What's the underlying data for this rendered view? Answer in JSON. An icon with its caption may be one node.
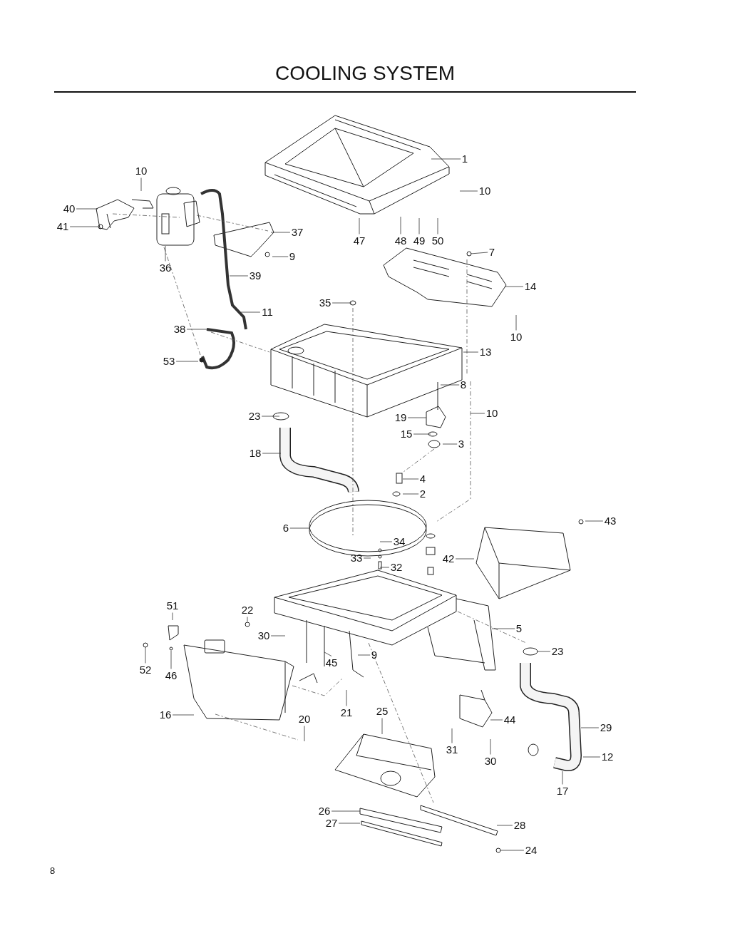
{
  "diagram": {
    "title": "COOLING SYSTEM",
    "nodes": [
      {
        "text": [
          "1"
        ]
      },
      {
        "text": [
          "10"
        ]
      },
      {
        "text": [
          "10"
        ]
      },
      {
        "text": [
          "40"
        ]
      },
      {
        "text": [
          "41"
        ]
      },
      {
        "text": [
          "37"
        ]
      },
      {
        "text": [
          "9"
        ]
      },
      {
        "text": [
          "36"
        ]
      },
      {
        "text": [
          "39"
        ]
      },
      {
        "text": [
          "11"
        ]
      },
      {
        "text": [
          "35"
        ]
      },
      {
        "text": [
          "38"
        ]
      },
      {
        "text": [
          "53"
        ]
      },
      {
        "text": [
          "47"
        ]
      },
      {
        "text": [
          "48"
        ]
      },
      {
        "text": [
          "49"
        ]
      },
      {
        "text": [
          "50"
        ]
      },
      {
        "text": [
          "7"
        ]
      },
      {
        "text": [
          "14"
        ]
      },
      {
        "text": [
          "10"
        ]
      },
      {
        "text": [
          "13"
        ]
      },
      {
        "text": [
          "8"
        ]
      },
      {
        "text": [
          "19"
        ]
      },
      {
        "text": [
          "10"
        ]
      },
      {
        "text": [
          "23"
        ]
      },
      {
        "text": [
          "15"
        ]
      },
      {
        "text": [
          "3"
        ]
      },
      {
        "text": [
          "18"
        ]
      },
      {
        "text": [
          "4"
        ]
      },
      {
        "text": [
          "2"
        ]
      },
      {
        "text": [
          "6"
        ]
      },
      {
        "text": [
          "43"
        ]
      },
      {
        "text": [
          "34"
        ]
      },
      {
        "text": [
          "33"
        ]
      },
      {
        "text": [
          "32"
        ]
      },
      {
        "text": [
          "42"
        ]
      },
      {
        "text": [
          "51"
        ]
      },
      {
        "text": [
          "22"
        ]
      },
      {
        "text": [
          "30"
        ]
      },
      {
        "text": [
          "5"
        ]
      },
      {
        "text": [
          "23"
        ]
      },
      {
        "text": [
          "52"
        ]
      },
      {
        "text": [
          "46"
        ]
      },
      {
        "text": [
          "45"
        ]
      },
      {
        "text": [
          "9"
        ]
      },
      {
        "text": [
          "16"
        ]
      },
      {
        "text": [
          "21"
        ]
      },
      {
        "text": [
          "20"
        ]
      },
      {
        "text": [
          "25"
        ]
      },
      {
        "text": [
          "44"
        ]
      },
      {
        "text": [
          "31"
        ]
      },
      {
        "text": [
          "30"
        ]
      },
      {
        "text": [
          "29"
        ]
      },
      {
        "text": [
          "12"
        ]
      },
      {
        "text": [
          "17"
        ]
      },
      {
        "text": [
          "26"
        ]
      },
      {
        "text": [
          "27"
        ]
      },
      {
        "text": [
          "28"
        ]
      },
      {
        "text": [
          "24"
        ]
      }
    ],
    "edges": [
      {
        "from": 0,
        "to": null,
        "arrow": "none"
      },
      {
        "from": 1,
        "to": null,
        "arrow": "none"
      },
      {
        "from": 2,
        "to": null,
        "arrow": "none"
      },
      {
        "from": 3,
        "to": null,
        "arrow": "none"
      },
      {
        "from": 4,
        "to": null,
        "arrow": "none"
      },
      {
        "from": 5,
        "to": null,
        "arrow": "none"
      },
      {
        "from": 6,
        "to": null,
        "arrow": "none"
      },
      {
        "from": 7,
        "to": null,
        "arrow": "none"
      },
      {
        "from": 8,
        "to": null,
        "arrow": "none"
      },
      {
        "from": 9,
        "to": null,
        "arrow": "none"
      },
      {
        "from": 10,
        "to": null,
        "arrow": "none"
      },
      {
        "from": 11,
        "to": null,
        "arrow": "none"
      },
      {
        "from": 12,
        "to": null,
        "arrow": "none"
      },
      {
        "from": 13,
        "to": null,
        "arrow": "none"
      },
      {
        "from": 14,
        "to": null,
        "arrow": "none"
      },
      {
        "from": 15,
        "to": null,
        "arrow": "none"
      },
      {
        "from": 16,
        "to": null,
        "arrow": "none"
      },
      {
        "from": 17,
        "to": null,
        "arrow": "none"
      },
      {
        "from": 18,
        "to": null,
        "arrow": "none"
      },
      {
        "from": 19,
        "to": null,
        "arrow": "none"
      },
      {
        "from": 20,
        "to": null,
        "arrow": "none"
      },
      {
        "from": 21,
        "to": null,
        "arrow": "none"
      },
      {
        "from": 22,
        "to": null,
        "arrow": "none"
      },
      {
        "from": 23,
        "to": null,
        "arrow": "none"
      },
      {
        "from": 24,
        "to": null,
        "arrow": "none"
      },
      {
        "from": 25,
        "to": null,
        "arrow": "none"
      },
      {
        "from": 26,
        "to": null,
        "arrow": "none"
      },
      {
        "from": 27,
        "to": null,
        "arrow": "none"
      },
      {
        "from": 28,
        "to": null,
        "arrow": "none"
      },
      {
        "from": 29,
        "to": null,
        "arrow": "none"
      },
      {
        "from": 30,
        "to": null,
        "arrow": "none"
      },
      {
        "from": 31,
        "to": null,
        "arrow": "none"
      },
      {
        "from": 32,
        "to": null,
        "arrow": "none"
      },
      {
        "from": 33,
        "to": null,
        "arrow": "none"
      },
      {
        "from": 34,
        "to": null,
        "arrow": "none"
      },
      {
        "from": 35,
        "to": null,
        "arrow": "none"
      },
      {
        "from": 36,
        "to": null,
        "arrow": "none"
      },
      {
        "from": 37,
        "to": null,
        "arrow": "none"
      },
      {
        "from": 38,
        "to": null,
        "arrow": "none"
      },
      {
        "from": 39,
        "to": null,
        "arrow": "none"
      },
      {
        "from": 40,
        "to": null,
        "arrow": "none"
      },
      {
        "from": 41,
        "to": null,
        "arrow": "none"
      },
      {
        "from": 42,
        "to": null,
        "arrow": "none"
      },
      {
        "from": 43,
        "to": null,
        "arrow": "none"
      },
      {
        "from": 44,
        "to": null,
        "arrow": "none"
      },
      {
        "from": 45,
        "to": null,
        "arrow": "none"
      },
      {
        "from": 46,
        "to": null,
        "arrow": "none"
      },
      {
        "from": 47,
        "to": null,
        "arrow": "none"
      },
      {
        "from": 48,
        "to": null,
        "arrow": "none"
      },
      {
        "from": 49,
        "to": null,
        "arrow": "none"
      },
      {
        "from": 50,
        "to": null,
        "arrow": "none"
      },
      {
        "from": 51,
        "to": null,
        "arrow": "none"
      },
      {
        "from": 52,
        "to": null,
        "arrow": "none"
      },
      {
        "from": 53,
        "to": null,
        "arrow": "none"
      },
      {
        "from": 54,
        "to": null,
        "arrow": "none"
      },
      {
        "from": 55,
        "to": null,
        "arrow": "none"
      },
      {
        "from": 56,
        "to": null,
        "arrow": "none"
      },
      {
        "from": 57,
        "to": null,
        "arrow": "none"
      },
      {
        "from": 58,
        "to": null,
        "arrow": "none"
      }
    ],
    "labels": [
      "8"
    ]
  }
}
